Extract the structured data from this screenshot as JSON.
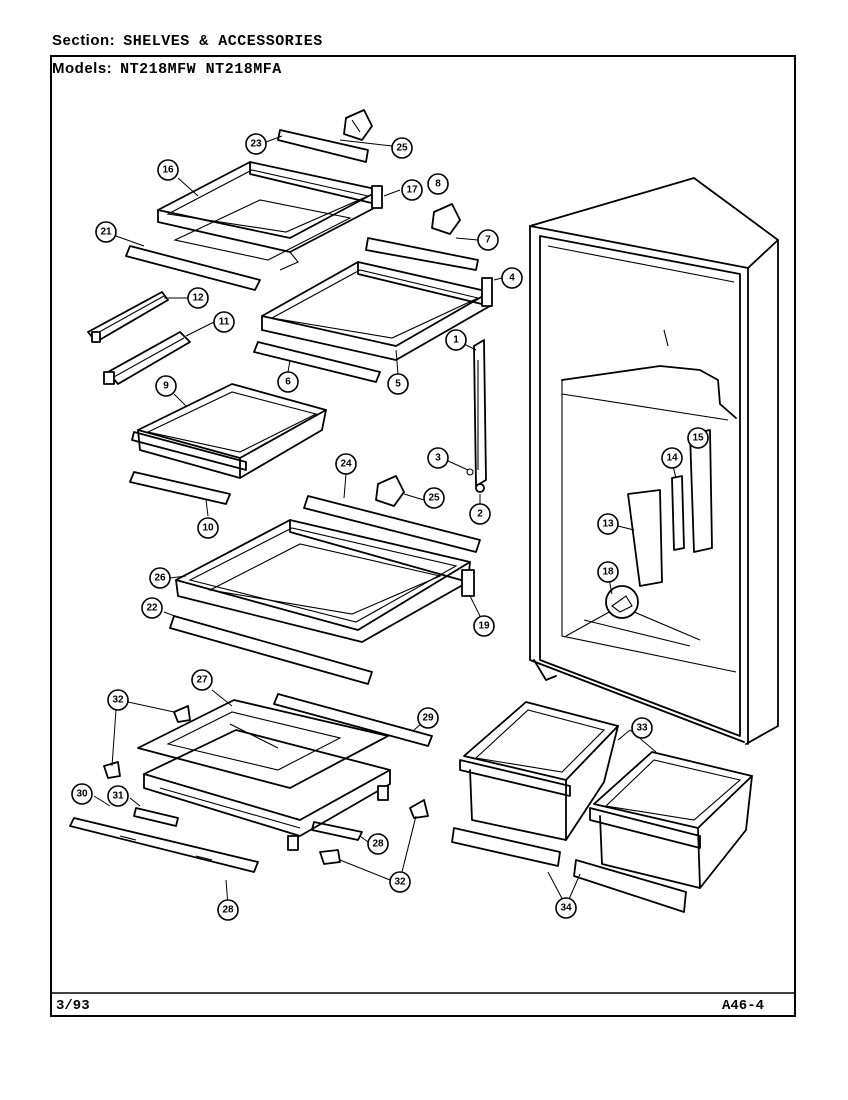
{
  "header": {
    "section_label": "Section:",
    "section_value": "SHELVES & ACCESSORIES",
    "models_label": "Models:",
    "models_value": "NT218MFW   NT218MFA"
  },
  "footer": {
    "date": "3/93",
    "page_code": "A46-4"
  },
  "callouts": [
    "23",
    "25",
    "16",
    "17",
    "8",
    "21",
    "7",
    "4",
    "12",
    "11",
    "1",
    "6",
    "5",
    "9",
    "3",
    "2",
    "24",
    "25",
    "10",
    "26",
    "15",
    "14",
    "13",
    "18",
    "22",
    "19",
    "27",
    "29",
    "32",
    "30",
    "31",
    "28",
    "32",
    "33",
    "34",
    "28"
  ]
}
